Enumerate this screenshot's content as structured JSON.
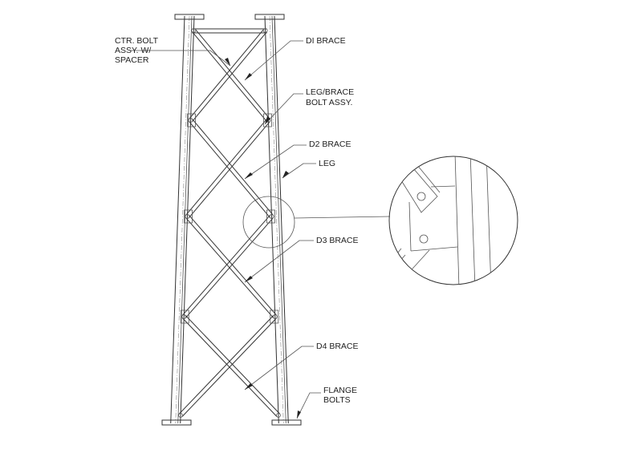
{
  "labels": {
    "ctr_bolt": [
      "CTR. BOLT",
      "ASSY. W/",
      "SPACER"
    ],
    "d1_brace": "DI BRACE",
    "leg_brace_bolt": [
      "LEG/BRACE",
      "BOLT ASSY."
    ],
    "d2_brace": "D2 BRACE",
    "leg": "LEG",
    "d3_brace": "D3 BRACE",
    "d4_brace": "D4 BRACE",
    "flange_bolts": [
      "FLANGE",
      "BOLTS"
    ]
  },
  "colors": {
    "line": "#333333",
    "background": "#ffffff"
  }
}
